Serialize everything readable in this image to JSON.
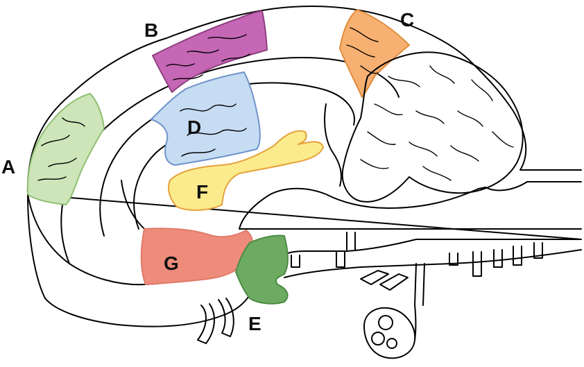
{
  "regions": [
    {
      "id": "A",
      "label": "A",
      "fill": "#cde5b9",
      "stroke": "#8fbf72"
    },
    {
      "id": "B",
      "label": "B",
      "fill": "#c567b5",
      "stroke": "#8f3f80"
    },
    {
      "id": "C",
      "label": "C",
      "fill": "#f7b071",
      "stroke": "#e08c3c"
    },
    {
      "id": "D",
      "label": "D",
      "fill": "#c6dcf3",
      "stroke": "#6f93c9"
    },
    {
      "id": "E",
      "label": "E",
      "fill": "#6eab62",
      "stroke": "#4c8a44"
    },
    {
      "id": "F",
      "label": "F",
      "fill": "#fbeb8c",
      "stroke": "#e6a03a"
    },
    {
      "id": "G",
      "label": "G",
      "fill": "#ee8c7b",
      "stroke": "#e07a6a"
    }
  ]
}
